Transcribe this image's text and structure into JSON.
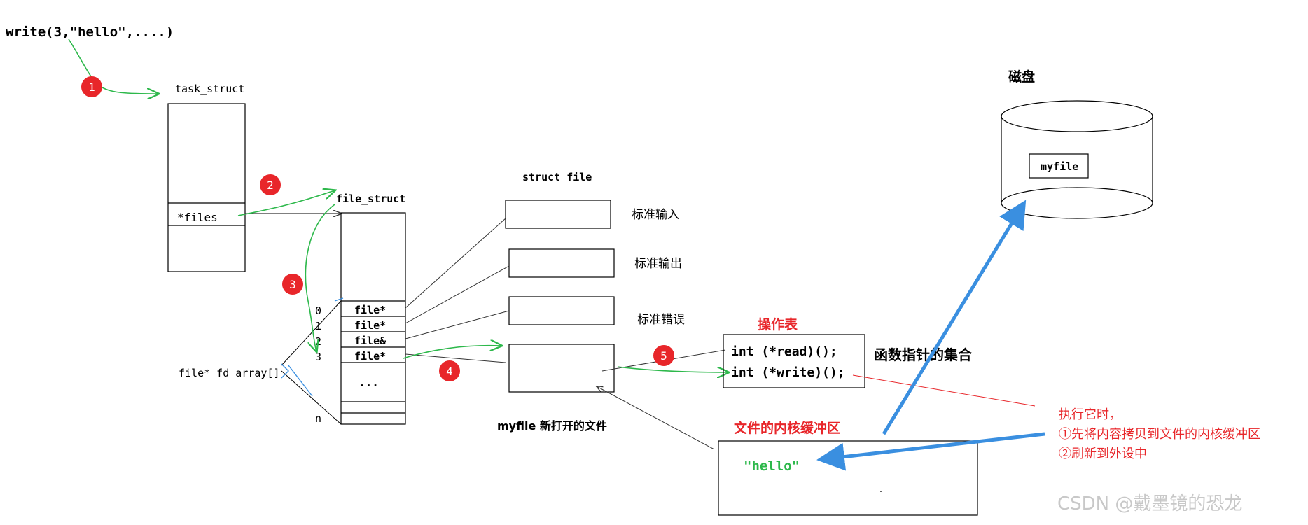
{
  "code_call": "write(3,\"hello\",....)",
  "task_struct": {
    "title": "task_struct",
    "files_field": "*files"
  },
  "file_struct": {
    "title": "file_struct",
    "slots": [
      "file*",
      "file*",
      "file&",
      "file*",
      "..."
    ],
    "indices": [
      "0",
      "1",
      "2",
      "3",
      "n"
    ],
    "fd_array_label": "file* fd_array[]"
  },
  "struct_file": {
    "title": "struct file",
    "labels": [
      "标准输入",
      "标准输出",
      "标准错误"
    ],
    "new_file_label": "myfile 新打开的文件"
  },
  "ops": {
    "title": "操作表",
    "read": "int  (*read)();",
    "write": "int  (*write)();",
    "description": "函数指针的集合"
  },
  "buffer": {
    "title": "文件的内核缓冲区",
    "content": "\"hello\""
  },
  "disk": {
    "title": "磁盘",
    "file": "myfile"
  },
  "note": {
    "line1": "执行它时，",
    "line2": "①先将内容拷贝到文件的内核缓冲区",
    "line3": "②刷新到外设中"
  },
  "steps": [
    "1",
    "2",
    "3",
    "4",
    "5"
  ],
  "watermark": "CSDN @戴墨镜的恐龙",
  "colors": {
    "step_badge": "#e8262a",
    "green_arrow": "#2db84b",
    "blue_arrow": "#3a8fe0",
    "red_text": "#e8262a",
    "hello_green": "#2db84b"
  }
}
